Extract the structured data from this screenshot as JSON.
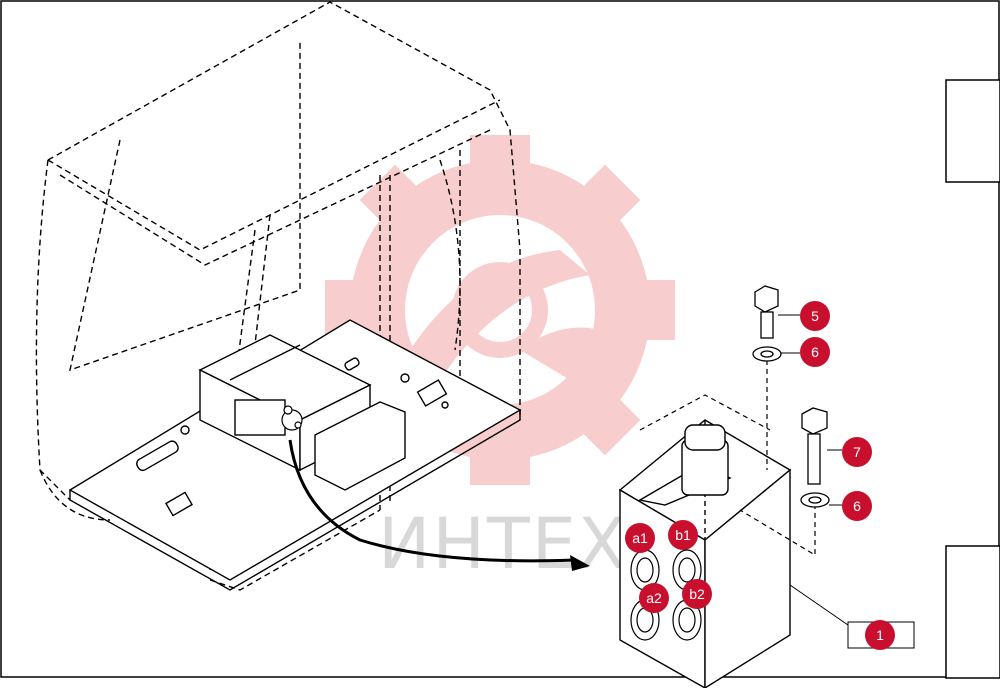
{
  "watermark": {
    "text": "ИНТЕХ",
    "color": "#f0a0a0"
  },
  "callouts": {
    "c5": "5",
    "c6a": "6",
    "c7": "7",
    "c6b": "6",
    "c1": "1",
    "a1": "a1",
    "b1": "b1",
    "a2": "a2",
    "b2": "b2"
  },
  "colors": {
    "callout": "#c8102e",
    "line": "#000000"
  }
}
